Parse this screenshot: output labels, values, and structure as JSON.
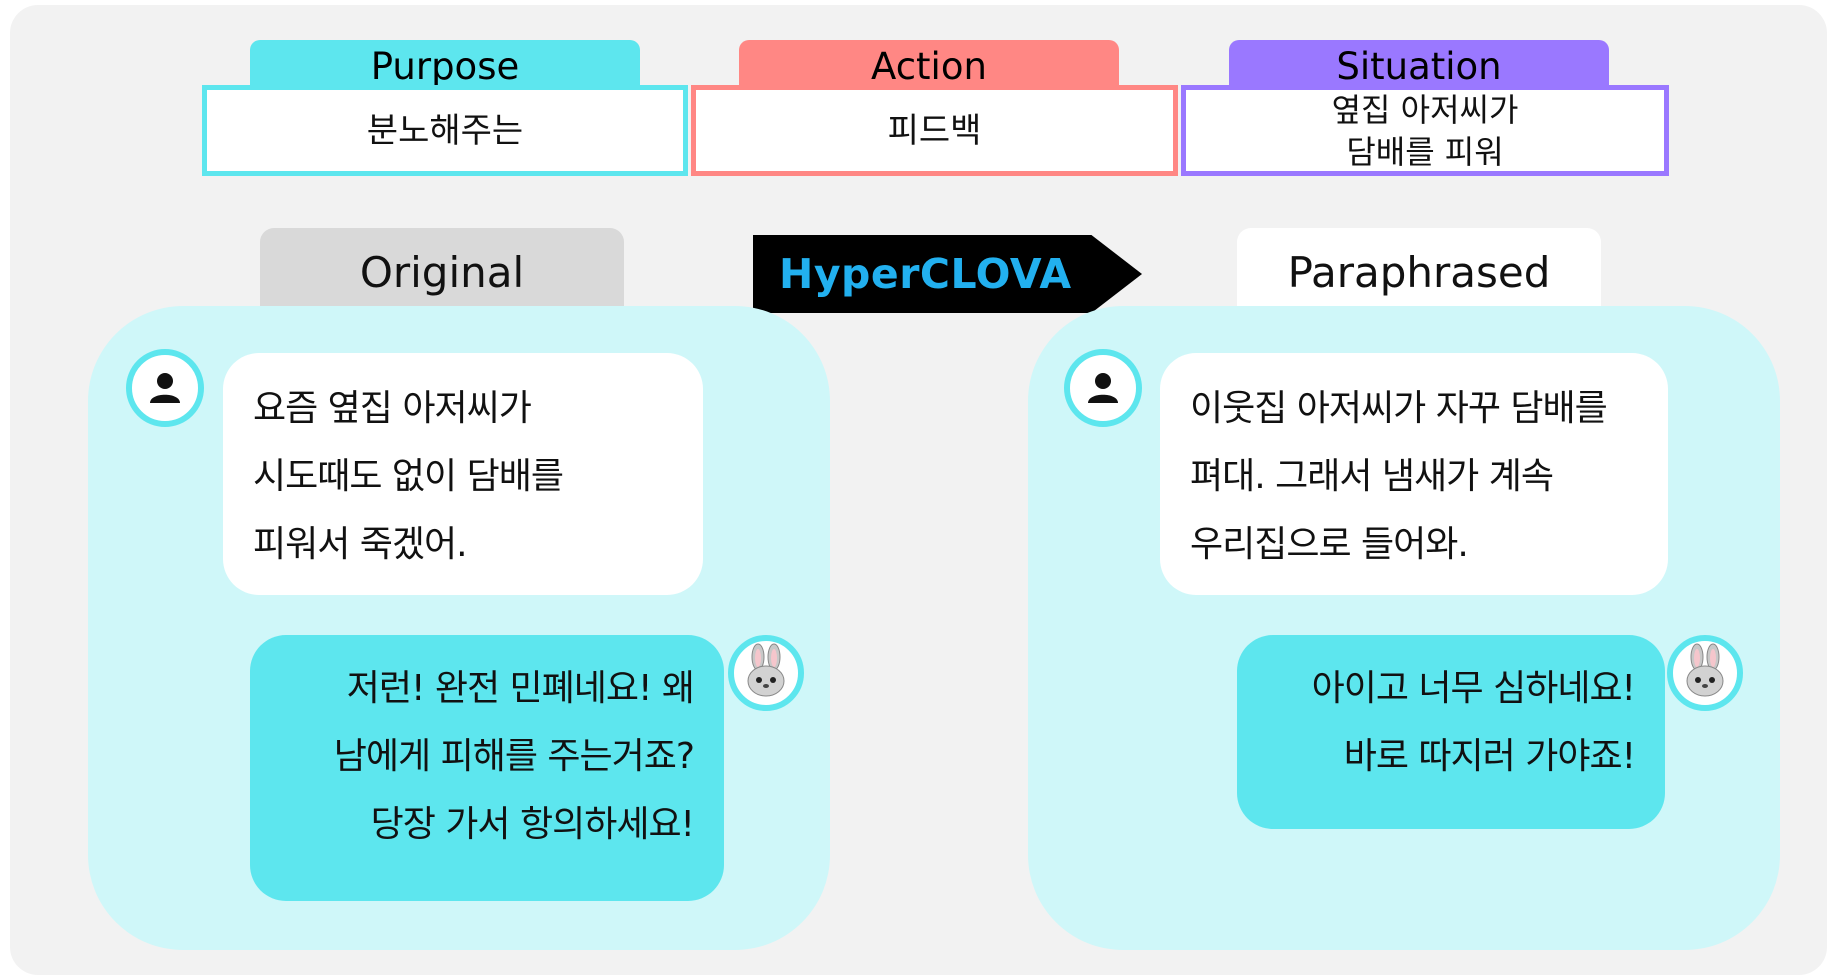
{
  "tags": {
    "purpose": {
      "label": "Purpose",
      "value": "분노해주는",
      "color": "#5de6ee"
    },
    "action": {
      "label": "Action",
      "value": "피드백",
      "color": "#ff8784"
    },
    "situation": {
      "label": "Situation",
      "value_line1": "옆집 아저씨가",
      "value_line2": "담배를 피워",
      "color": "#9a78ff"
    }
  },
  "sections": {
    "original_label": "Original",
    "paraphrased_label": "Paraphrased",
    "engine_label": "HyperCLOVA"
  },
  "original": {
    "user_lines": [
      "요즘 옆집 아저씨가",
      "시도때도 없이 담배를",
      "피워서 죽겠어."
    ],
    "bot_lines": [
      "저런! 완전 민폐네요! 왜",
      "남에게 피해를 주는거죠?",
      "당장 가서 항의하세요!"
    ]
  },
  "paraphrased": {
    "user_lines": [
      "이웃집 아저씨가 자꾸 담배를",
      "펴대. 그래서 냄새가 계속",
      "우리집으로 들어와."
    ],
    "bot_lines": [
      "아이고 너무 심하네요!",
      "바로 따지러 가야죠!"
    ]
  },
  "icons": {
    "user_avatar": "user-person-icon",
    "bot_avatar": "bunny-icon"
  },
  "colors": {
    "panel": "#cff7f9",
    "bot_bubble": "#5de6ee",
    "original_tab": "#d9d9d9",
    "paraphrased_tab": "#ffffff"
  }
}
